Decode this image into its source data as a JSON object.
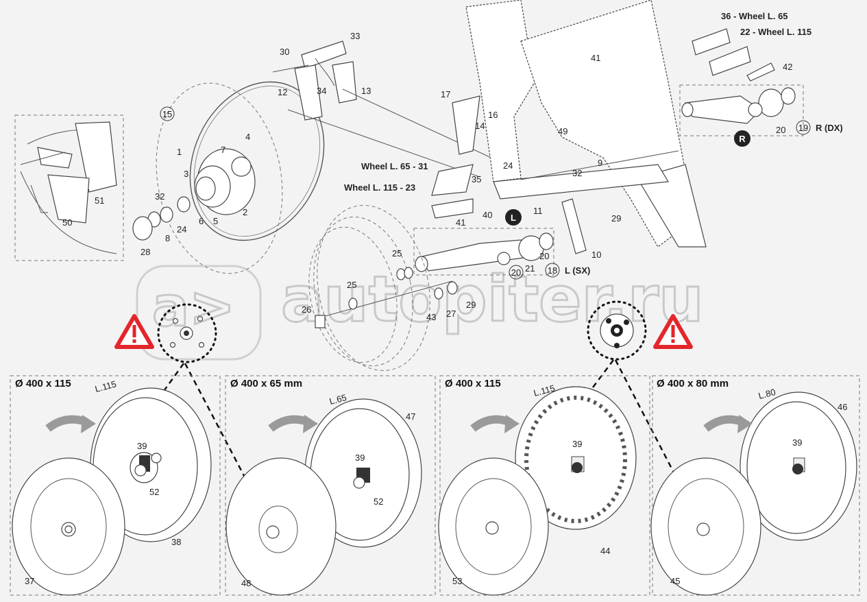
{
  "watermark": "autopiter.ru",
  "top_labels": {
    "wheel_l65_top": "36 - Wheel L. 65",
    "wheel_l115_top": "22 - Wheel L. 115",
    "wheel_l65_mid": "Wheel L. 65 - 31",
    "wheel_l115_mid": "Wheel L. 115 - 23",
    "side_r": "R (DX)",
    "side_l": "L (SX)",
    "badge_r": "R",
    "badge_l": "L"
  },
  "callouts": {
    "c1": "1",
    "c2": "2",
    "c3": "3",
    "c4": "4",
    "c5": "5",
    "c6": "6",
    "c7": "7",
    "c8": "8",
    "c9": "9",
    "c10": "10",
    "c11": "11",
    "c12": "12",
    "c13": "13",
    "c14": "14",
    "c15": "15",
    "c16": "16",
    "c17": "17",
    "c18": "18",
    "c19": "19",
    "c20a": "20",
    "c20b": "20",
    "c20c": "20",
    "c21": "21",
    "c24a": "24",
    "c24b": "24",
    "c25a": "25",
    "c25b": "25",
    "c26": "26",
    "c27": "27",
    "c28": "28",
    "c29a": "29",
    "c29b": "29",
    "c30": "30",
    "c32a": "32",
    "c32b": "32",
    "c33": "33",
    "c34": "34",
    "c35": "35",
    "c40": "40",
    "c41a": "41",
    "c41b": "41",
    "c42": "42",
    "c43": "43",
    "c49": "49",
    "c50": "50",
    "c51": "51"
  },
  "panels": [
    {
      "title": "Ø 400 x 115",
      "width_label": "L.115",
      "front": "37",
      "back": "38",
      "hub": "39",
      "bearing": "52"
    },
    {
      "title": "Ø 400 x 65 mm",
      "width_label": "L.65",
      "front": "48",
      "back": "47",
      "hub": "39",
      "bearing": "52"
    },
    {
      "title": "Ø 400 x 115",
      "width_label": "L.115",
      "front": "53",
      "back": "44",
      "hub": "39",
      "bearing": ""
    },
    {
      "title": "Ø 400 x 80 mm",
      "width_label": "L.80",
      "front": "45",
      "back": "46",
      "hub": "39",
      "bearing": ""
    }
  ],
  "colors": {
    "warning": "#e3262b",
    "background": "#f3f3f3",
    "arrow": "#9a9a9a"
  }
}
